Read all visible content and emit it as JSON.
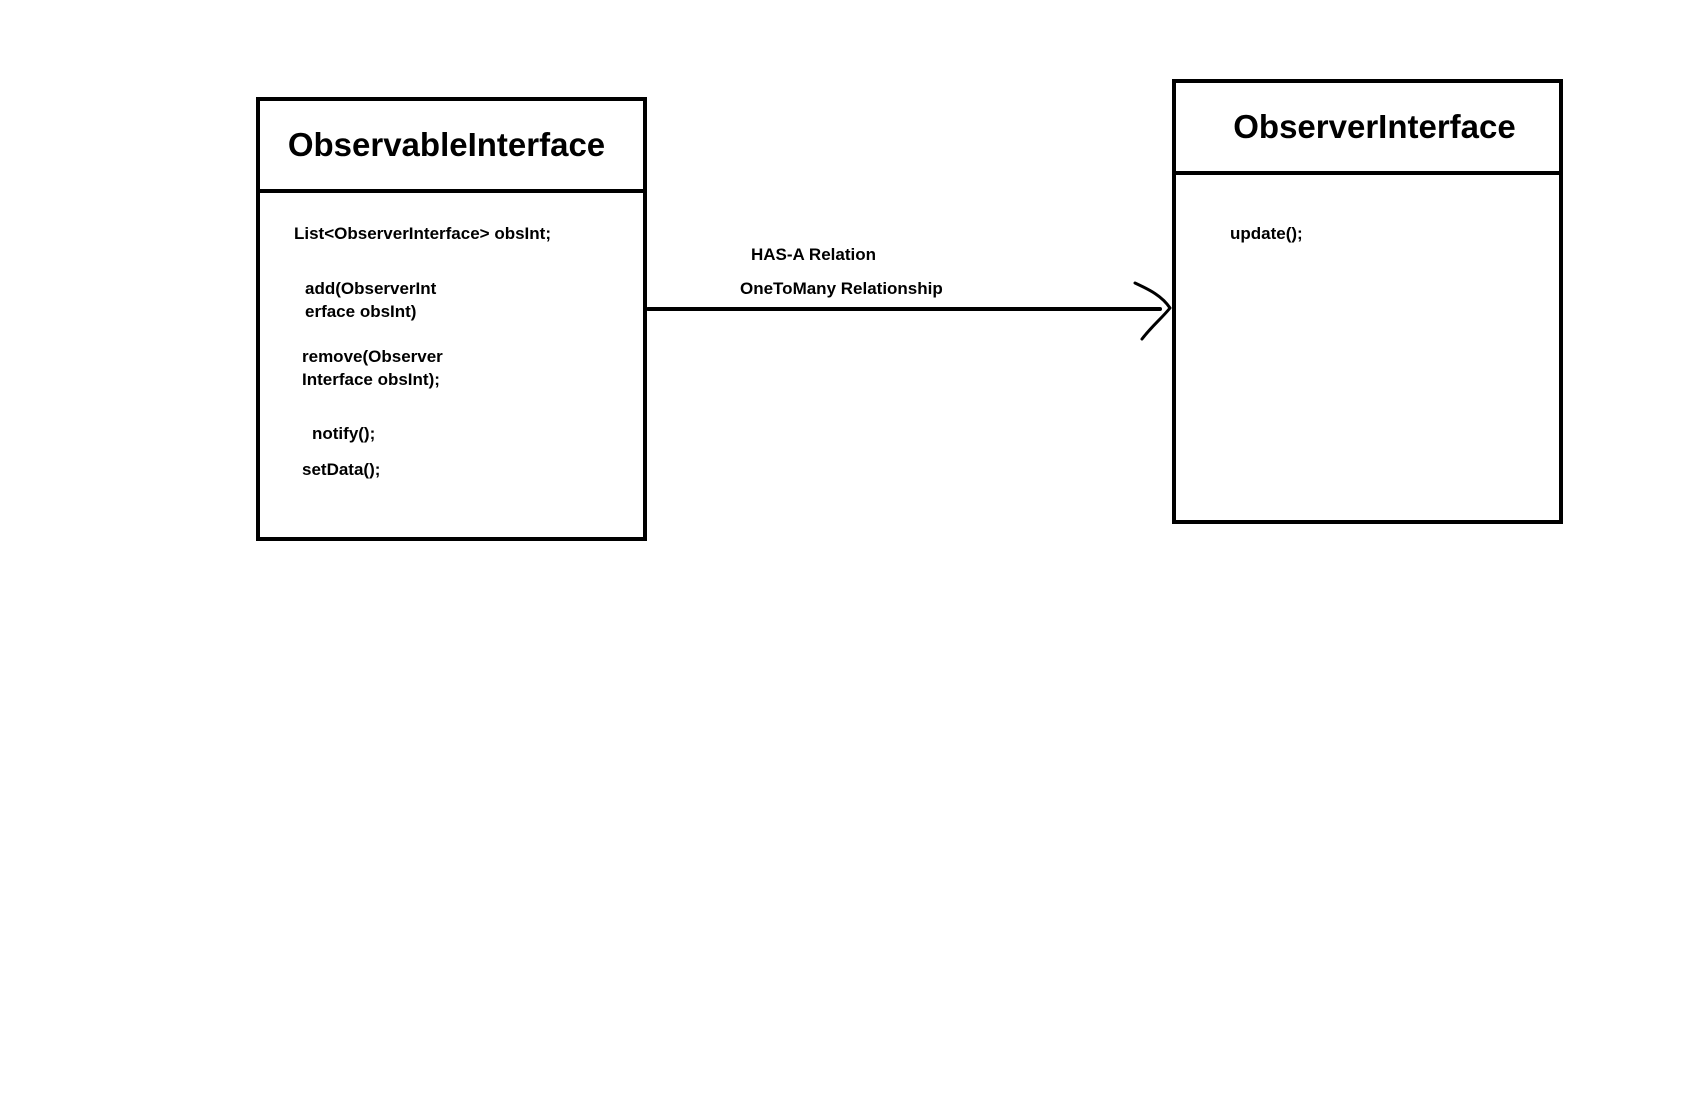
{
  "observable": {
    "title": "ObservableInterface",
    "field": "List<ObserverInterface> obsInt;",
    "add_line1": "add(ObserverInt",
    "add_line2": "erface obsInt)",
    "remove_line1": "remove(Observer",
    "remove_line2": "Interface obsInt);",
    "notify": "notify();",
    "set_data": "setData();"
  },
  "relation": {
    "label_top": "HAS-A Relation",
    "label_bottom": "OneToMany Relationship"
  },
  "observer": {
    "title": "ObserverInterface",
    "update": "update();"
  }
}
